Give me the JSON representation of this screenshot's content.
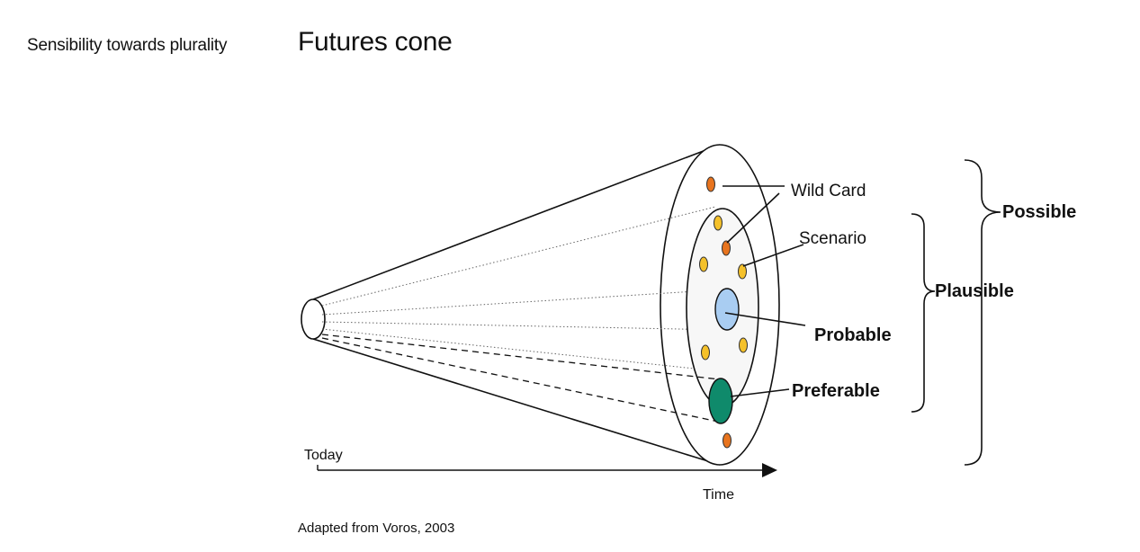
{
  "header": {
    "section": "Sensibility towards plurality",
    "title": "Futures cone"
  },
  "diagram": {
    "labels": {
      "wild_card": "Wild Card",
      "scenario": "Scenario",
      "probable": "Probable",
      "preferable": "Preferable",
      "plausible": "Plausible",
      "possible": "Possible",
      "today": "Today",
      "time": "Time"
    },
    "colors": {
      "wild_card": "#e8741e",
      "scenario": "#f5c12a",
      "probable": "#a9cdf2",
      "preferable": "#0f8a6b",
      "outline": "#111111"
    }
  },
  "caption": "Adapted from Voros, 2003"
}
